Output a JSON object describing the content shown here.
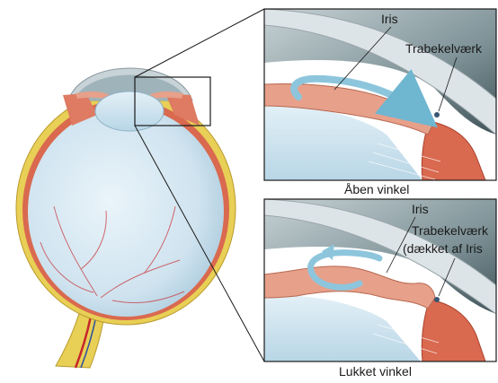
{
  "labels": {
    "top_panel": {
      "iris": "Iris",
      "trabecular": "Trabekelværk",
      "caption": "Åben vinkel"
    },
    "bottom_panel": {
      "iris": "Iris",
      "trabecular_line1": "Trabekelværk",
      "trabecular_line2": "(dækket af Iris",
      "caption": "Lukket vinkel"
    }
  },
  "colors": {
    "vitreous": "#cfe3ef",
    "sclera_yellow": "#e8cf55",
    "retina_red": "#d9694f",
    "iris_pink": "#e7a08a",
    "aqueous_arrow": "#8dc6dc",
    "cornea_grey": "#b9c3c8",
    "outline": "#2a2a2a"
  }
}
